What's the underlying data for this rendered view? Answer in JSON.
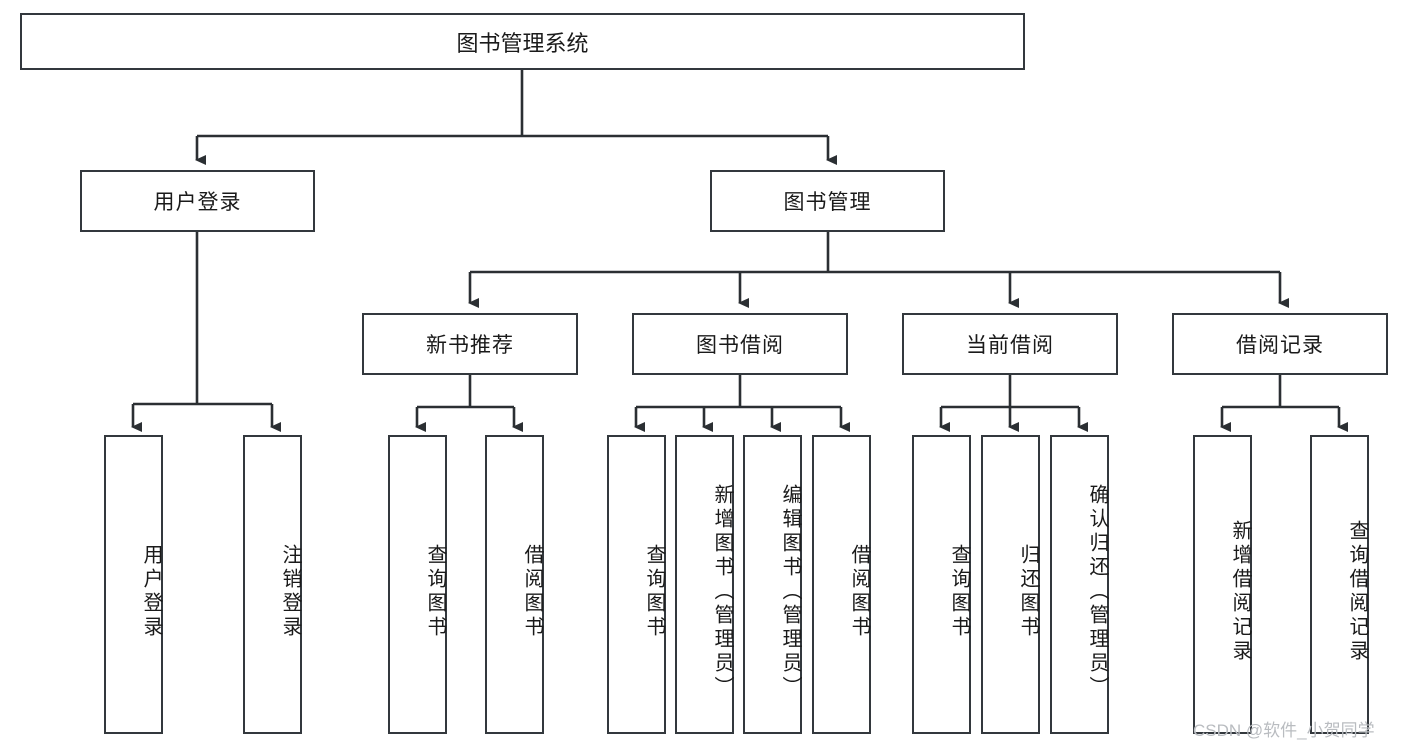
{
  "diagram": {
    "title": "图书管理系统",
    "type": "tree",
    "root": {
      "label": "图书管理系统"
    },
    "level2": [
      {
        "label": "用户登录"
      },
      {
        "label": "图书管理"
      }
    ],
    "level3": [
      {
        "label": "新书推荐"
      },
      {
        "label": "图书借阅"
      },
      {
        "label": "当前借阅"
      },
      {
        "label": "借阅记录"
      }
    ],
    "leaves": {
      "user_login": [
        {
          "label": "用户登录"
        },
        {
          "label": "注销登录"
        }
      ],
      "new_book_recommend": [
        {
          "label": "查询图书"
        },
        {
          "label": "借阅图书"
        }
      ],
      "book_borrow": [
        {
          "label": "查询图书"
        },
        {
          "label": "新增图书（管理员）"
        },
        {
          "label": "编辑图书（管理员）"
        },
        {
          "label": "借阅图书"
        }
      ],
      "current_borrow": [
        {
          "label": "查询图书"
        },
        {
          "label": "归还图书"
        },
        {
          "label": "确认归还（管理员）"
        }
      ],
      "borrow_record": [
        {
          "label": "新增借阅记录"
        },
        {
          "label": "查询借阅记录"
        }
      ]
    }
  },
  "watermark": {
    "text": "CSDN @软件_小贺同学"
  },
  "colors": {
    "box_border": "#33383d",
    "box_fill": "#ffffff",
    "edge": "#2b2f33",
    "text": "#1a1a1a",
    "watermark": "#b9bcc0"
  }
}
